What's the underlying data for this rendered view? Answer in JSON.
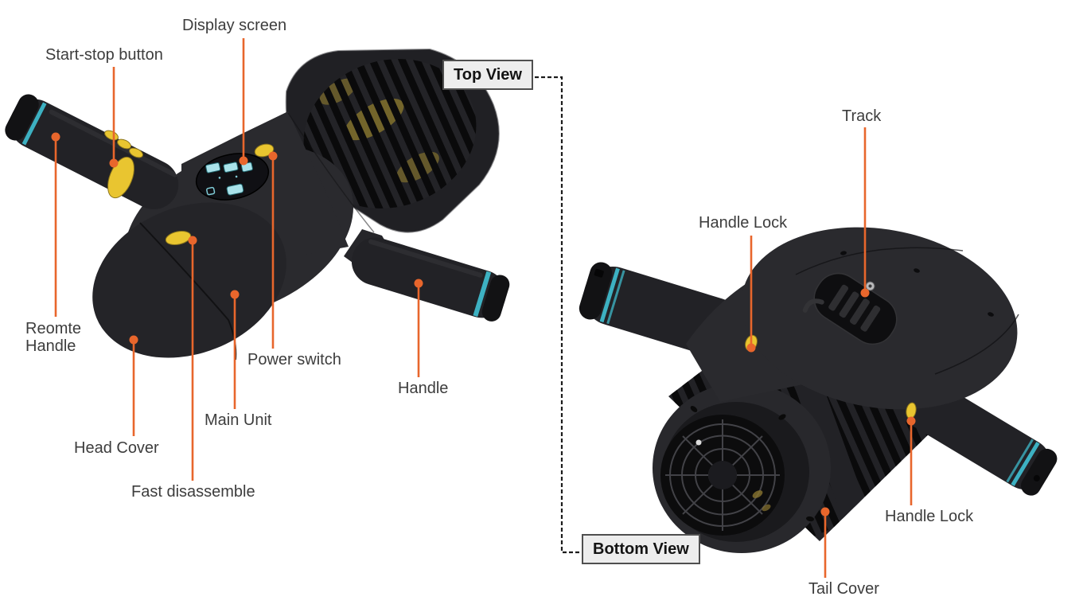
{
  "diagram": {
    "view_boxes": {
      "top": "Top View",
      "bottom": "Bottom View"
    },
    "labels": {
      "display_screen": "Display screen",
      "start_stop_button": "Start-stop button",
      "remote_handle": "Reomte Handle",
      "head_cover": "Head Cover",
      "fast_disassemble": "Fast disassemble",
      "main_unit": "Main Unit",
      "power_switch": "Power switch",
      "handle": "Handle",
      "track": "Track",
      "handle_lock_top": "Handle Lock",
      "handle_lock_bottom": "Handle Lock",
      "tail_cover": "Tail Cover"
    },
    "colors": {
      "leader_line": "#e8662c",
      "label_text": "#3d3d3d",
      "viewbox_bg": "#ededed",
      "viewbox_border": "#4f4f4f",
      "device_body": "#28282c",
      "accent_yellow": "#e9c530",
      "accent_teal": "#3fb9ca",
      "display_segment": "#a9e2ea"
    },
    "icons": {
      "top_view_illustration": "scooter-top-view-illustration",
      "bottom_view_illustration": "scooter-bottom-view-illustration"
    }
  }
}
